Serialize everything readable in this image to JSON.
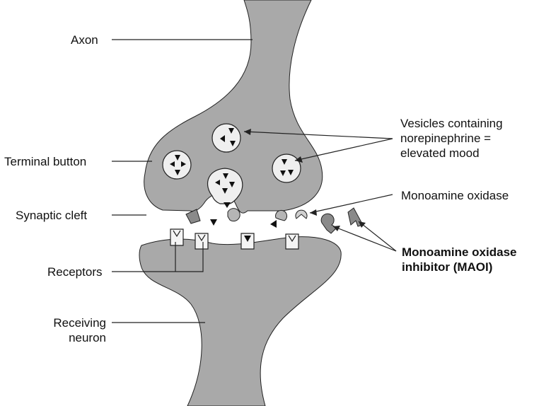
{
  "labels": {
    "axon": "Axon",
    "terminal_button": "Terminal button",
    "synaptic_cleft": "Synaptic cleft",
    "receptors": "Receptors",
    "receiving_neuron_1": "Receiving",
    "receiving_neuron_2": "neuron",
    "vesicles_1": "Vesicles containing",
    "vesicles_2": "norepinephrine =",
    "vesicles_3": "elevated mood",
    "monoamine_oxidase": "Monoamine oxidase",
    "maoi_1": "Monoamine oxidase",
    "maoi_2": "inhibitor (MAOI)"
  },
  "colors": {
    "neuron_fill": "#a9a9a9",
    "vesicle_fill": "#efefef",
    "enzyme_fill": "#8a8a8a",
    "neurotransmitter": "#111111"
  }
}
